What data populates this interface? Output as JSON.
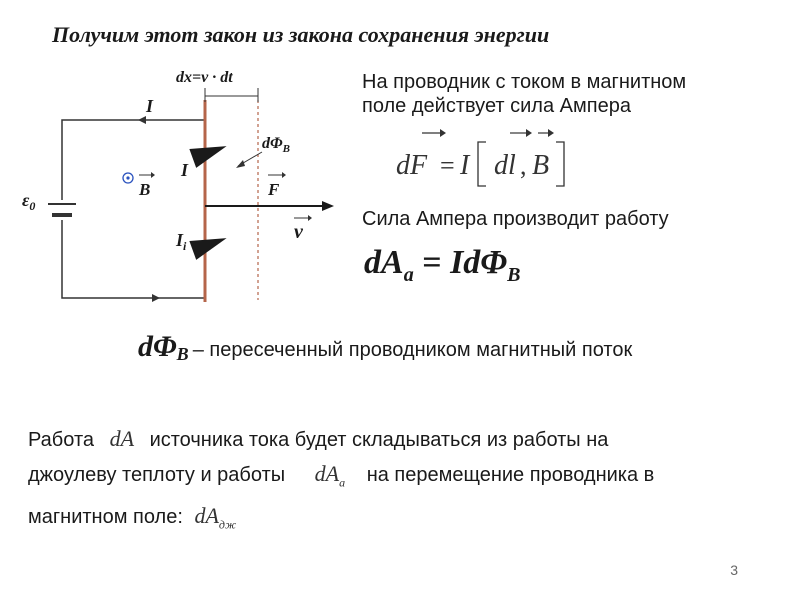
{
  "slide": {
    "title": "Получим этот закон из закона сохранения энергии",
    "page_number": "3"
  },
  "diagram": {
    "label_dx": "dx=v · dt",
    "label_I_top": "I",
    "label_I_mid": "I",
    "label_Ii": "I",
    "label_Ii_sub": "i",
    "label_dPhi": "dΦ",
    "label_dPhi_sub": "B",
    "label_emf": "ε",
    "label_emf_sub": "0",
    "label_B": "B",
    "label_F": "F",
    "label_v": "v",
    "conductor_color": "#b5654a"
  },
  "ampere": {
    "line1": "На проводник с током в магнитном",
    "line2": "поле действует сила Ампера",
    "formula_lhs": "dF",
    "formula_eq": "=",
    "formula_I": "I",
    "formula_dl": "dl",
    "formula_comma": ",",
    "formula_B": "B"
  },
  "work": {
    "text": "Сила Ампера производит работу",
    "formula_lhs": "dA",
    "formula_lhs_sub": "a",
    "formula_eq": "=",
    "formula_rhs": "IdΦ",
    "formula_rhs_sub": "B"
  },
  "flux": {
    "symbol": "dΦ",
    "symbol_sub": "B",
    "text": "– пересеченный проводником магнитный поток"
  },
  "paragraph": {
    "part1": "Работа",
    "formula1": "dA",
    "part2": "источника тока будет складываться из работы на",
    "part3": "джоулеву теплоту и работы",
    "formula2": "dA",
    "formula2_sub": "a",
    "part4": "на перемещение проводника в",
    "part5": "магнитном поле:",
    "formula3": "dA",
    "formula3_sub": "дж"
  }
}
